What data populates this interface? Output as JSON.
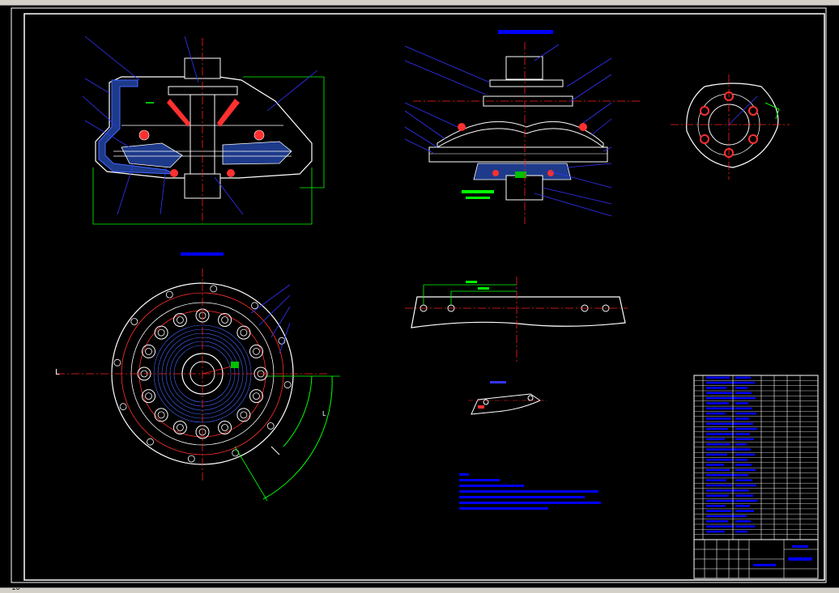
{
  "window": {
    "status_text": "10"
  },
  "drawing": {
    "background": "#000000",
    "colors": {
      "outline": "#ffffff",
      "section_fill": "#1e3a8a",
      "dimension": "#00ff00",
      "centerline": "#ff2020",
      "leader": "#3333ff",
      "hatch": "#4466ff",
      "part_red": "#ff3030",
      "title_blue": "#0000ff"
    },
    "views": [
      {
        "name": "front-section-view"
      },
      {
        "name": "exploded-section-view"
      },
      {
        "name": "flange-top-view"
      },
      {
        "name": "clutch-plan-view"
      },
      {
        "name": "pressure-lever-detail"
      },
      {
        "name": "release-lever-detail"
      }
    ],
    "labels": {
      "plan_axis_label": "L",
      "plan_side_label": "L"
    },
    "title_block": {
      "present": true
    },
    "parts_list": {
      "rows": 32
    }
  }
}
